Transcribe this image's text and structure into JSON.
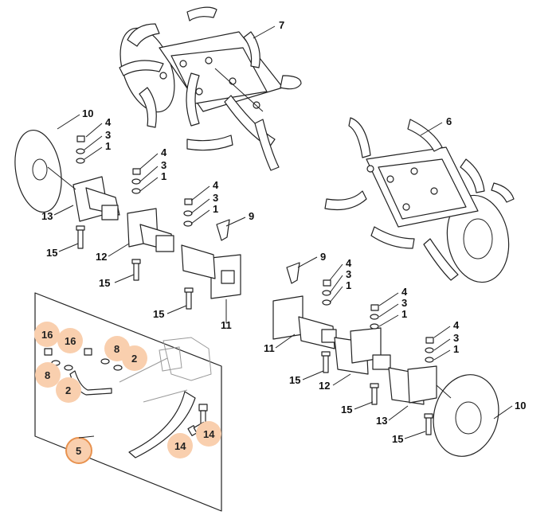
{
  "diagram": {
    "callouts": {
      "c7": "7",
      "c6": "6",
      "c10a": "10",
      "c4a": "4",
      "c3a": "3",
      "c1a": "1",
      "c13a": "13",
      "c15a": "15",
      "c4b": "4",
      "c3b": "3",
      "c1b": "1",
      "c12a": "12",
      "c15b": "15",
      "c4c": "4",
      "c3c": "3",
      "c1c": "1",
      "c9a": "9",
      "c15c": "15",
      "c11a": "11",
      "c9b": "9",
      "c4d": "4",
      "c3d": "3",
      "c1d": "1",
      "c11b": "11",
      "c15d": "15",
      "c4e": "4",
      "c3e": "3",
      "c1e": "1",
      "c12b": "12",
      "c15e": "15",
      "c4f": "4",
      "c3f": "3",
      "c1f": "1",
      "c13b": "13",
      "c15f": "15",
      "c10b": "10"
    },
    "kit": {
      "k16a": "16",
      "k16b": "16",
      "k8a": "8",
      "k2a": "2",
      "k8b": "8",
      "k2b": "2",
      "k14a": "14",
      "k14b": "14",
      "k5": "5"
    }
  },
  "colors": {
    "highlight": "#f9cfae",
    "kit_ring": "#e8924f",
    "line": "#222222"
  }
}
